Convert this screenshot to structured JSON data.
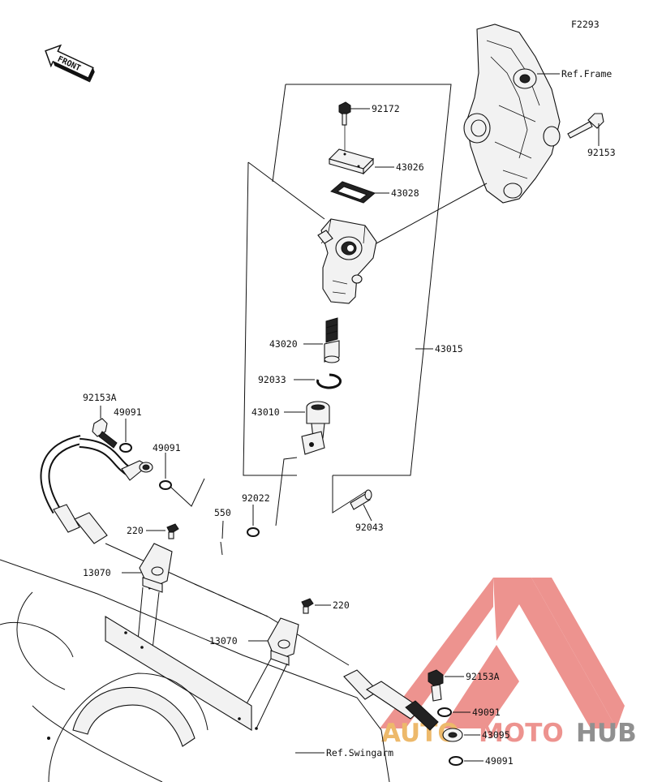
{
  "figure_code": "F2293",
  "front_label": "FRONT",
  "labels": {
    "ref_frame": "Ref.Frame",
    "ref_swingarm": "Ref.Swingarm",
    "p92172": "92172",
    "p43026": "43026",
    "p43028": "43028",
    "p92153_top": "92153",
    "p43020": "43020",
    "p43015": "43015",
    "p92033": "92033",
    "p43010": "43010",
    "p92153a_left": "92153A",
    "p49091_left_a": "49091",
    "p49091_left_b": "49091",
    "p550": "550",
    "p92022": "92022",
    "p92043": "92043",
    "p220_a": "220",
    "p13070_a": "13070",
    "p220_b": "220",
    "p13070_b": "13070",
    "p92153a_right": "92153A",
    "p49091_right_a": "49091",
    "p43095": "43095",
    "p49091_right_b": "49091"
  },
  "watermark": {
    "part1": "AUTO",
    "part2": "MOTO",
    "part3": "HUB",
    "color_red": "#e8706a",
    "color_gray": "#6b6b6b"
  }
}
